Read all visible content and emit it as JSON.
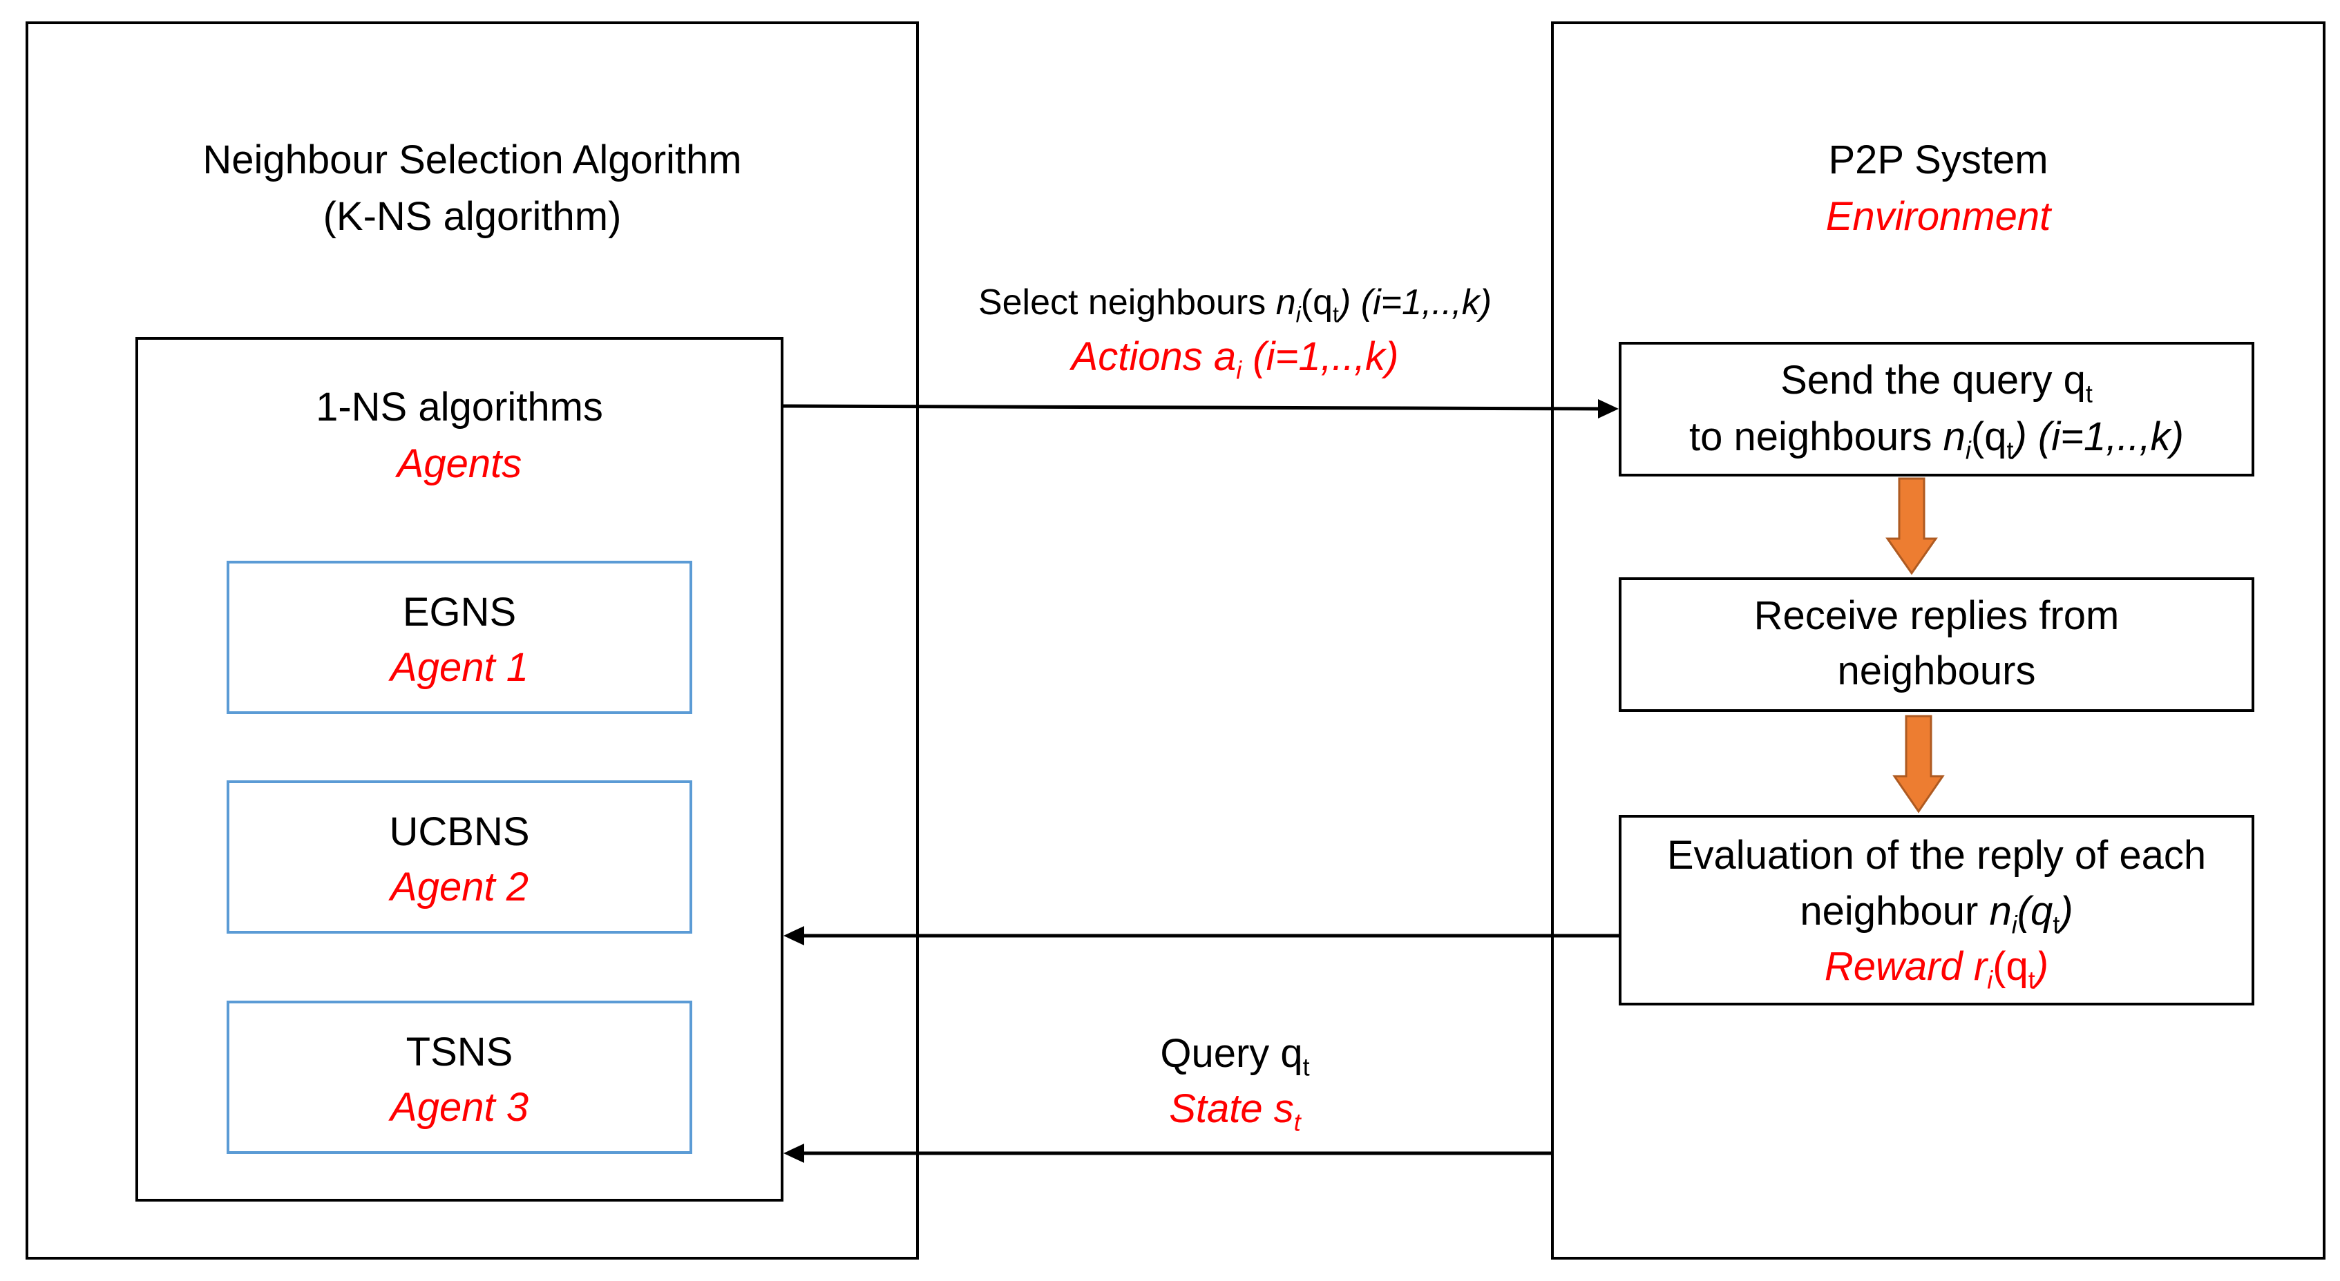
{
  "left_panel": {
    "title_line1": "Neighbour Selection Algorithm",
    "title_line2": "(K-NS algorithm)"
  },
  "agents_box": {
    "title": "1-NS algorithms",
    "subtitle": "Agents"
  },
  "agents": [
    {
      "name": "EGNS",
      "label": "Agent 1"
    },
    {
      "name": "UCBNS",
      "label": "Agent 2"
    },
    {
      "name": "TSNS",
      "label": "Agent 3"
    }
  ],
  "right_panel": {
    "title": "P2P System",
    "subtitle": "Environment"
  },
  "env_steps": {
    "send": {
      "line1_text": "Send the query q",
      "line1_sub": "t",
      "line2_prefix": "to neighbours ",
      "line2_n": "n",
      "line2_n_sub": "i",
      "line2_q": "(q",
      "line2_q_sub": "t",
      "line2_close": ")",
      "line2_suffix": "  (i=1,..,k)"
    },
    "receive": {
      "line1": "Receive replies from",
      "line2": "neighbours"
    },
    "evaluate": {
      "line1": "Evaluation of the reply of each",
      "line2_prefix": "neighbour ",
      "line2_n": "n",
      "line2_n_sub": "i",
      "line2_q": "(q",
      "line2_q_sub": "t",
      "line2_close": ")",
      "line3_prefix": "Reward ",
      "line3_r": "r",
      "line3_r_sub": "i",
      "line3_q": "(q",
      "line3_q_sub": "t",
      "line3_close": ")"
    }
  },
  "arrow_labels": {
    "select": {
      "prefix": "Select neighbours ",
      "n": "n",
      "n_sub": "i",
      "q": "(q",
      "q_sub": "t",
      "close": ")",
      "range": "  (i=1,..,k)"
    },
    "actions": {
      "prefix": "Actions ",
      "a": "a",
      "a_sub": "i",
      "range": " (i=1,..,k)"
    },
    "query": {
      "text": "Query q",
      "sub": "t"
    },
    "state": {
      "text": "State s",
      "sub": "t"
    }
  },
  "colors": {
    "line": "#000000",
    "highlight_text": "#ff0000",
    "agent_border": "#5b9bd5",
    "flow_arrow_fill": "#ed7d31",
    "flow_arrow_stroke": "#ae5a21"
  }
}
